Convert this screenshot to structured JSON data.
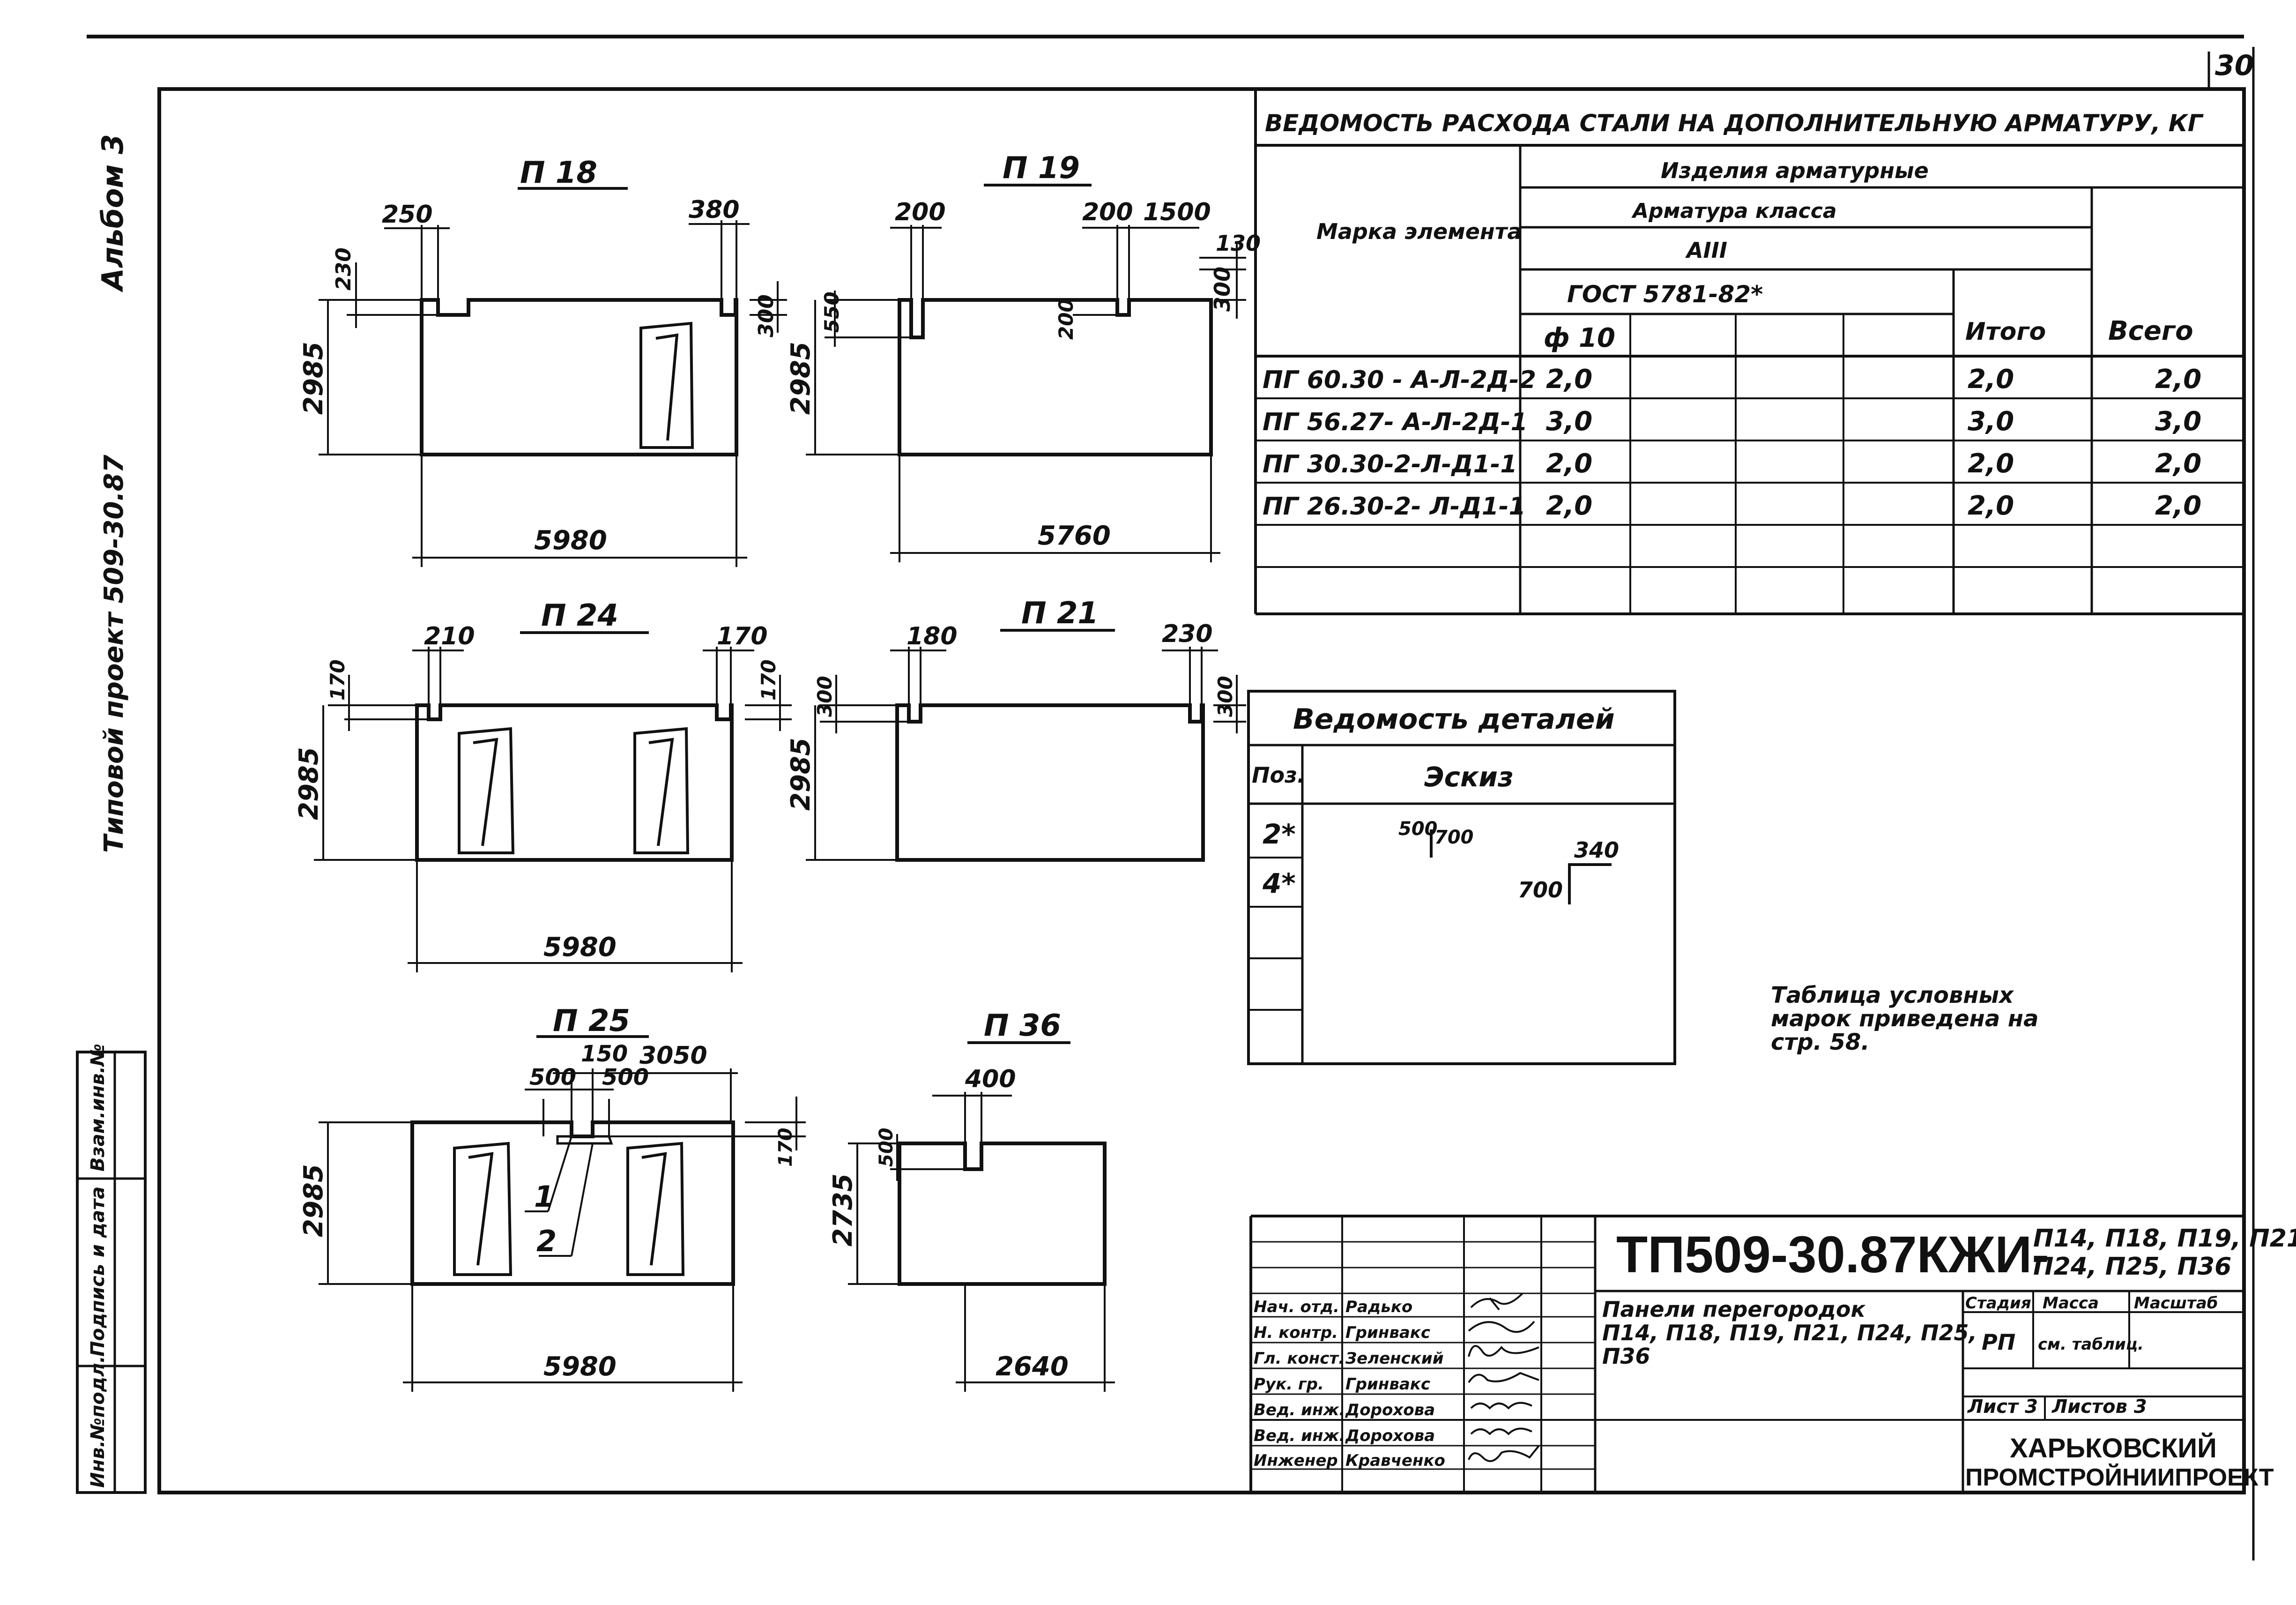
{
  "page_number": "30",
  "side": {
    "album": "Альбом 3",
    "project": "Типовой проект 509-30.87",
    "stamp_cells": [
      "Инв.№подл.",
      "Подпись и дата",
      "Взам.инв.№"
    ]
  },
  "panels": [
    {
      "title": "П 18",
      "dims": [
        "250",
        "380",
        "230",
        "300",
        "2985",
        "5980"
      ]
    },
    {
      "title": "П 19",
      "dims": [
        "200",
        "200",
        "1500",
        "130",
        "300",
        "550",
        "200",
        "2985",
        "5760"
      ]
    },
    {
      "title": "П 24",
      "dims": [
        "210",
        "170",
        "170",
        "170",
        "2985",
        "5980"
      ]
    },
    {
      "title": "П 21",
      "dims": [
        "180",
        "230",
        "300",
        "300",
        "2985"
      ]
    },
    {
      "title": "П 25",
      "dims": [
        "150",
        "3050",
        "500",
        "500",
        "1",
        "2",
        "170",
        "2985",
        "5980"
      ]
    },
    {
      "title": "П 36",
      "dims": [
        "400",
        "500",
        "2735",
        "2640"
      ]
    }
  ],
  "steel_table": {
    "title": "ВЕДОМОСТЬ РАСХОДА СТАЛИ НА ДОПОЛНИТЕЛЬНУЮ АРМАТУРУ, КГ",
    "h_items": "Изделия арматурные",
    "h_class": "Арматура класса",
    "h_grade": "АIII",
    "h_gost": "ГОСТ 5781-82*",
    "h_mark": "Марка элемента",
    "h_dia": "ф 10",
    "h_itogo": "Итого",
    "h_vsego": "Всего",
    "rows": [
      {
        "mark": "ПГ 60.30 - А-Л-2Д-2",
        "d10": "2,0",
        "itogo": "2,0",
        "vsego": "2,0"
      },
      {
        "mark": "ПГ 56.27- А-Л-2Д-1",
        "d10": "3,0",
        "itogo": "3,0",
        "vsego": "3,0"
      },
      {
        "mark": "ПГ 30.30-2-Л-Д1-1",
        "d10": "2,0",
        "itogo": "2,0",
        "vsego": "2,0"
      },
      {
        "mark": "ПГ 26.30-2- Л-Д1-1",
        "d10": "2,0",
        "itogo": "2,0",
        "vsego": "2,0"
      }
    ]
  },
  "details_table": {
    "title": "Ведомость деталей",
    "h_pos": "Поз.",
    "h_sketch": "Эскиз",
    "rows": [
      {
        "pos": "2*",
        "a": "500",
        "b": "700"
      },
      {
        "pos": "4*",
        "a": "700",
        "b": "340"
      }
    ]
  },
  "note": [
    "Таблица условных",
    "марок приведена на",
    "стр. 58."
  ],
  "title_block": {
    "code": "ТП509-30.87КЖИ-",
    "code_marks": [
      "П14, П18, П19, П21,",
      "П24, П25, П36"
    ],
    "description": [
      "Панели перегородок",
      "П14, П18, П19, П21, П24, П25,",
      "П36"
    ],
    "stadiya_label": "Стадия",
    "massa_label": "Масса",
    "masshtab_label": "Масштаб",
    "stadiya": "РП",
    "massa": "см. таблиц.",
    "list_label": "Лист 3",
    "listov_label": "Листов 3",
    "org": [
      "ХАРЬКОВСКИЙ",
      "ПРОМСТРОЙНИИПРОЕКТ"
    ],
    "signers": [
      {
        "role": "Нач. отд.",
        "name": "Радько"
      },
      {
        "role": "Н. контр.",
        "name": "Гринвакс"
      },
      {
        "role": "Гл. конст.",
        "name": "Зеленский"
      },
      {
        "role": "Рук. гр.",
        "name": "Гринвакс"
      },
      {
        "role": "Вед. инж.",
        "name": "Дорохова"
      },
      {
        "role": "Вед. инж.",
        "name": "Дорохова"
      },
      {
        "role": "Инженер",
        "name": "Кравченко"
      }
    ]
  }
}
